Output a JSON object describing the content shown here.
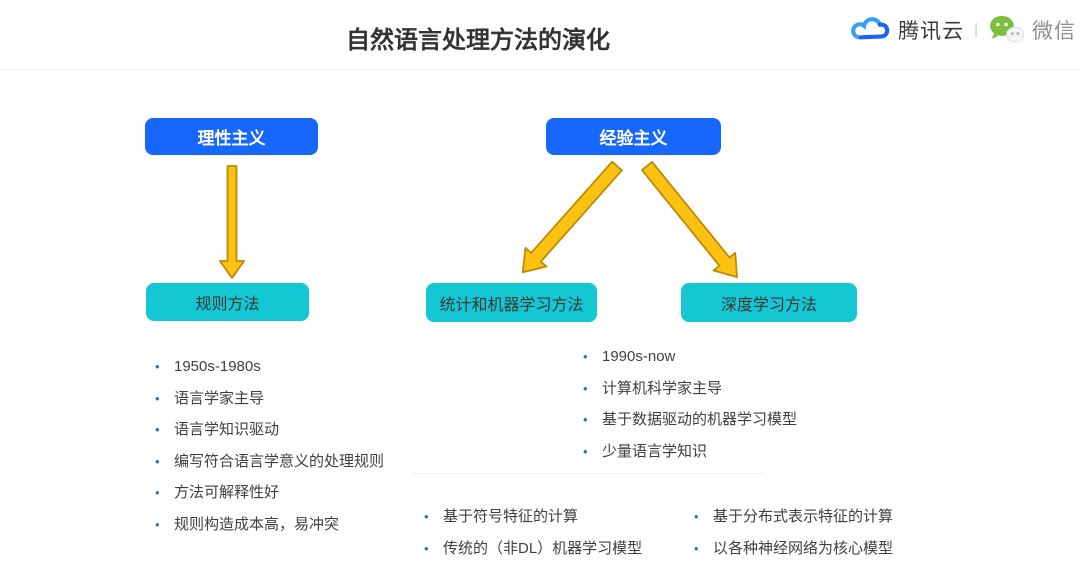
{
  "header": {
    "title": "自然语言处理方法的演化",
    "brand": {
      "tencent_cloud": "腾讯云",
      "separator": "|",
      "wechat": "微信"
    }
  },
  "diagram": {
    "nodes": {
      "rationalism": {
        "label": "理性主义"
      },
      "empiricism": {
        "label": "经验主义"
      },
      "rule_method": {
        "label": "规则方法"
      },
      "statistical_ml": {
        "label": "统计和机器学习方法"
      },
      "deep_learning": {
        "label": "深度学习方法"
      }
    },
    "arrows": [
      {
        "from": "rationalism",
        "to": "rule_method"
      },
      {
        "from": "empiricism",
        "to": "statistical_ml"
      },
      {
        "from": "empiricism",
        "to": "deep_learning"
      }
    ],
    "lists": {
      "rule_method": [
        "1950s-1980s",
        "语言学家主导",
        "语言学知识驱动",
        "编写符合语言学意义的处理规则",
        "方法可解释性好",
        "规则构造成本高，易冲突"
      ],
      "empiricism_shared": [
        "1990s-now",
        "计算机科学家主导",
        "基于数据驱动的机器学习模型",
        "少量语言学知识"
      ],
      "statistical_ml": [
        "基于符号特征的计算",
        "传统的（非DL）机器学习模型"
      ],
      "deep_learning": [
        "基于分布式表示特征的计算",
        "以各种神经网络为核心模型"
      ]
    }
  },
  "colors": {
    "node_blue": "#1768fa",
    "node_cyan": "#15c6d3",
    "arrow_fill": "#fdc113",
    "arrow_stroke": "#bc8b00",
    "bullet_blue": "#2e75b6",
    "text_dark": "#404040",
    "tencent_blue": "#2e86f5",
    "wechat_green": "#7dbf3a"
  }
}
